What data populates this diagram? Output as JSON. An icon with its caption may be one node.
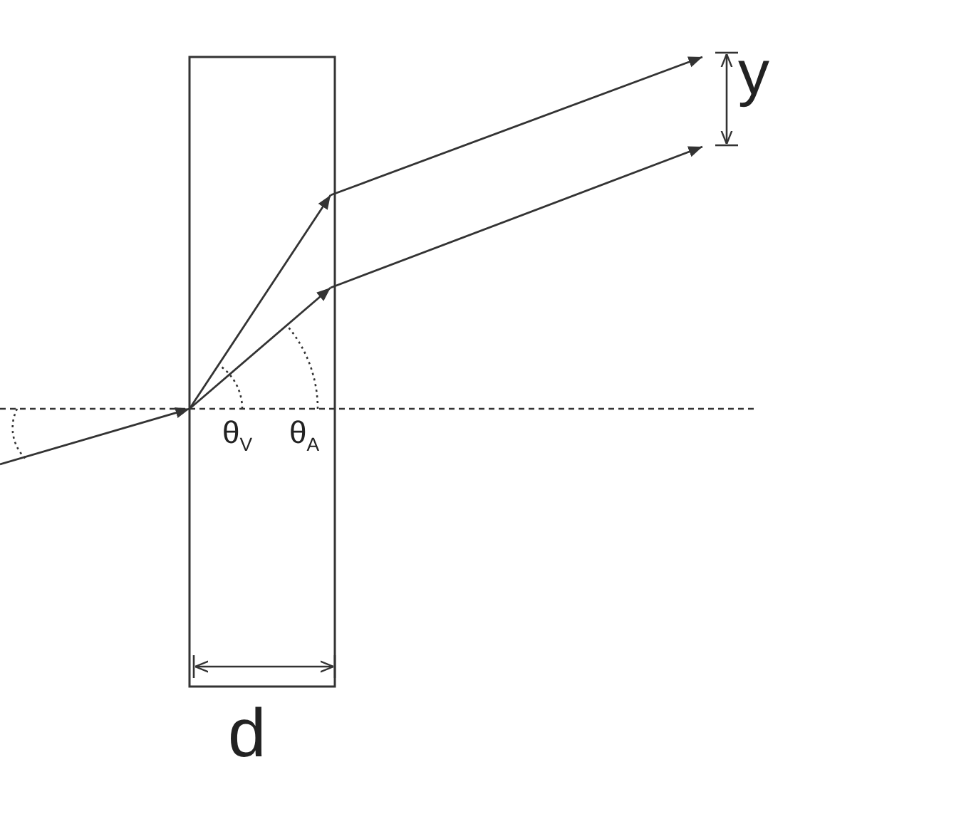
{
  "diagram": {
    "labels": [
      "y",
      "θ$_{V}$",
      "θ$_{A}$",
      "d"
    ]
  }
}
